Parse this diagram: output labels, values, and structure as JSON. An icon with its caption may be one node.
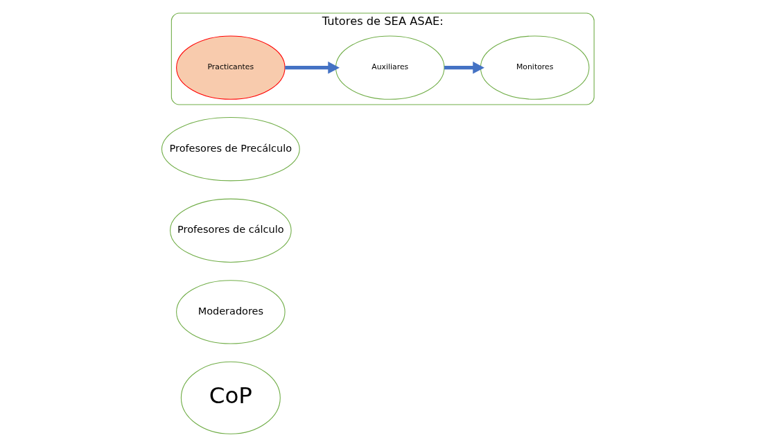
{
  "diagram": {
    "nodes": [
      {
        "text": [
          "CoP"
        ]
      },
      {
        "text": [
          "Moderadores"
        ]
      },
      {
        "text": [
          "Profesores de cálculo"
        ]
      },
      {
        "text": [
          "Profesores de Precálculo"
        ]
      },
      {
        "text": [
          "Tutores de SEA ASAE:"
        ]
      },
      {
        "text": [
          "Practicantes"
        ],
        "in": 4
      },
      {
        "text": [
          "Monitores"
        ],
        "in": 4
      },
      {
        "text": [
          "Auxiliares"
        ],
        "in": 4
      }
    ],
    "edges": [
      {
        "from": 5,
        "to": 7,
        "arrow": "to",
        "color": "#4472c4"
      },
      {
        "from": 7,
        "to": 6,
        "arrow": "to",
        "color": "#4472c4"
      }
    ]
  }
}
